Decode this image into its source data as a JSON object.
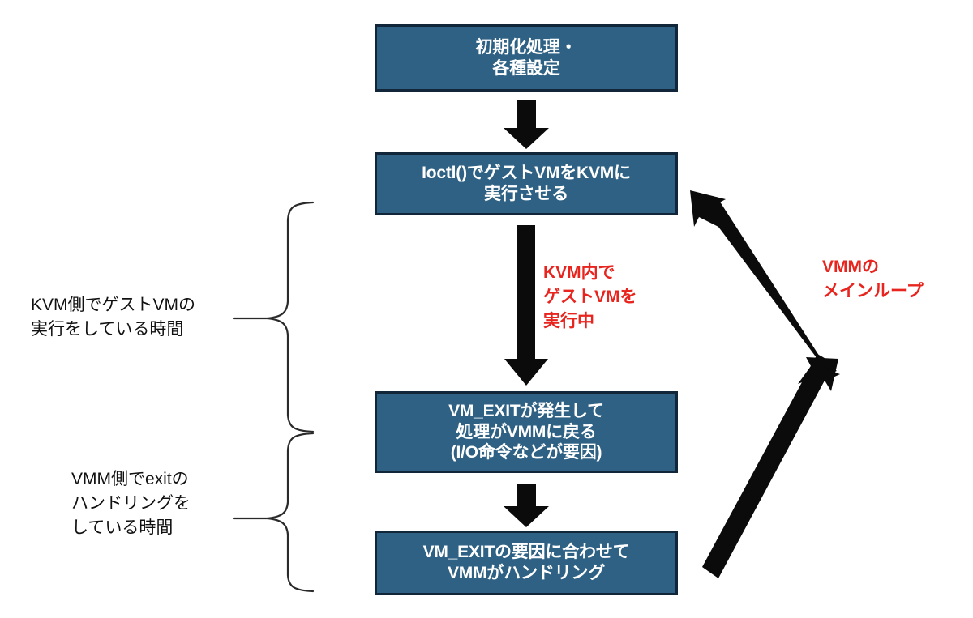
{
  "diagram": {
    "title_present": false,
    "colors": {
      "box_fill": "#2E6183",
      "box_border": "#12263A",
      "box_text": "#FFFFFF",
      "arrow": "#0B0B0B",
      "annotation_text": "#111111",
      "highlight_red": "#E8241E",
      "background": "#FFFFFF"
    },
    "boxes": [
      {
        "id": "init",
        "lines": [
          "初期化処理・",
          "各種設定"
        ]
      },
      {
        "id": "ioctl-run",
        "lines": [
          "Ioctl()でゲストVMをKVMに",
          "実行させる"
        ]
      },
      {
        "id": "vmexit-occurs",
        "lines": [
          "VM_EXITが発生して",
          "処理がVMMに戻る",
          "(I/O命令などが要因)"
        ]
      },
      {
        "id": "vmm-handling",
        "lines": [
          "VM_EXITの要因に合わせて",
          "VMMがハンドリング"
        ]
      }
    ],
    "annotations": {
      "kvm_side": {
        "lines": [
          "KVM側でゲストVMの",
          "実行をしている時間"
        ]
      },
      "vmm_side": {
        "lines": [
          "VMM側でexitの",
          "ハンドリングを",
          "している時間"
        ]
      }
    },
    "red_labels": {
      "running_in_kvm": {
        "lines": [
          "KVM内で",
          "ゲストVMを",
          "実行中"
        ]
      },
      "vmm_main_loop": {
        "lines": [
          "VMMの",
          "メインループ"
        ]
      }
    },
    "arrows": [
      {
        "id": "init-to-ioctl",
        "kind": "down-arrow-thick"
      },
      {
        "id": "ioctl-to-vmexit",
        "kind": "down-arrow-long"
      },
      {
        "id": "vmexit-to-handling",
        "kind": "down-arrow-thick"
      },
      {
        "id": "handling-to-ioctl-loop",
        "kind": "bent-up-arrow"
      }
    ],
    "braces": [
      {
        "id": "brace-kvm-side"
      },
      {
        "id": "brace-vmm-side"
      }
    ]
  }
}
